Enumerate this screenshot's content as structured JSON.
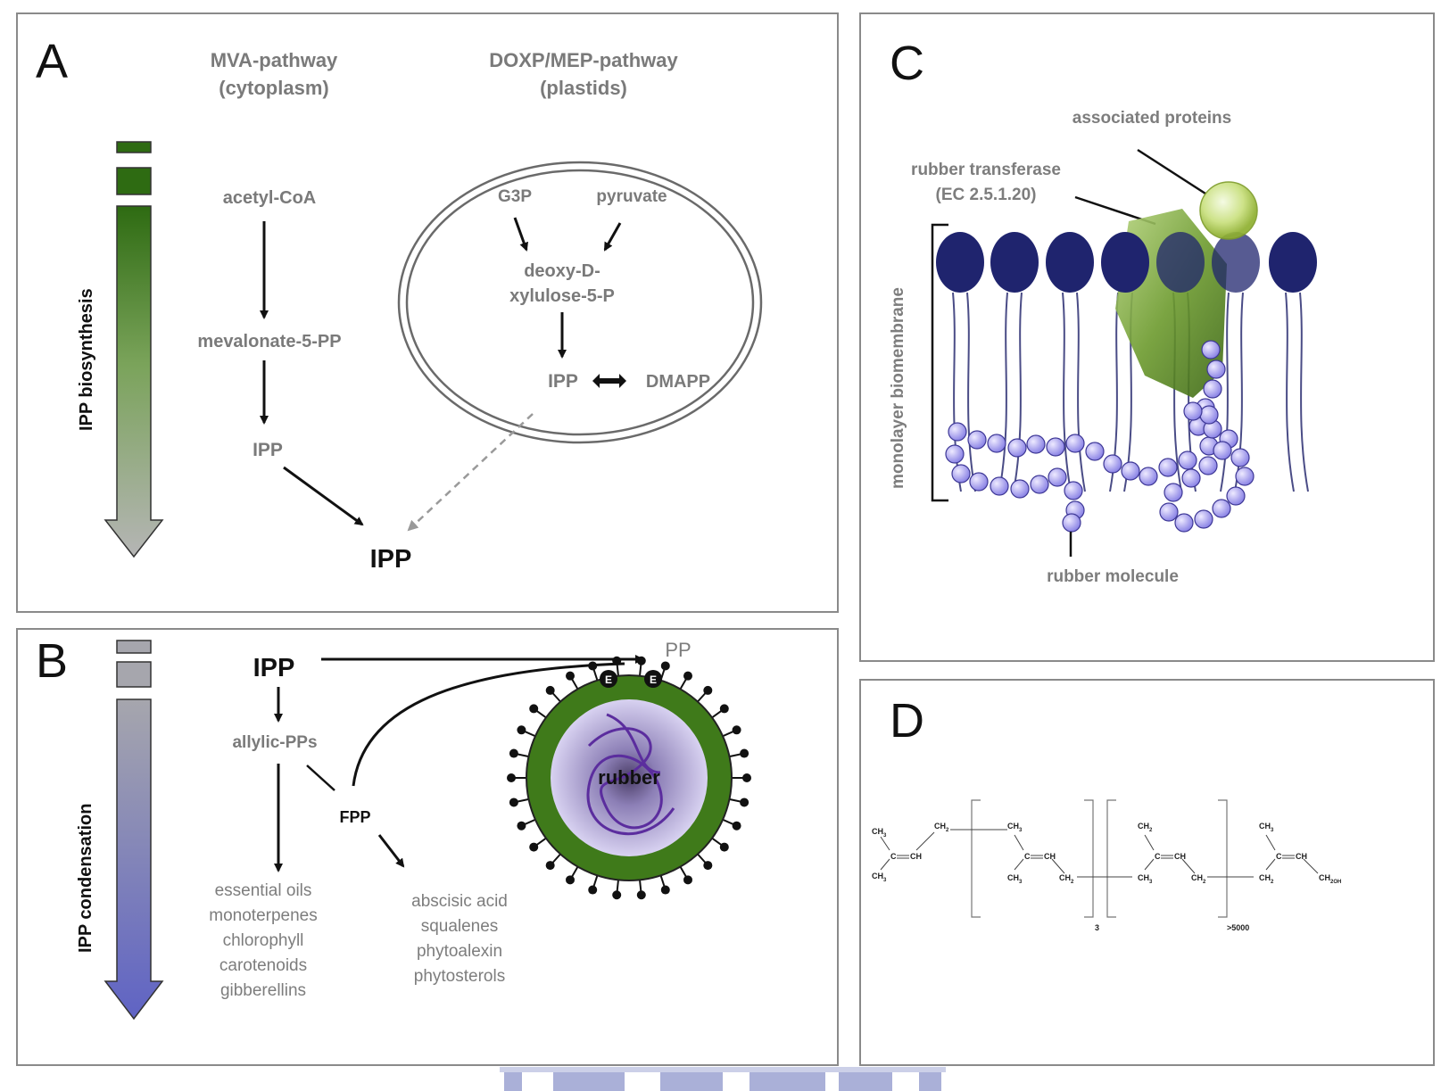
{
  "panel_a": {
    "letter": "A",
    "mva_title": "MVA-pathway",
    "mva_location": "(cytoplasm)",
    "doxp_title": "DOXP/MEP-pathway",
    "doxp_location": "(plastids)",
    "side_label": "IPP biosynthesis",
    "acetyl_coa": "acetyl-CoA",
    "mevalonate": "mevalonate-5-PP",
    "ipp_mva": "IPP",
    "g3p": "G3P",
    "pyruvate": "pyruvate",
    "deoxy_line1": "deoxy-D-",
    "deoxy_line2": "xylulose-5-P",
    "ipp_plastid": "IPP",
    "dmapp": "DMAPP",
    "ipp_final": "IPP"
  },
  "panel_b": {
    "letter": "B",
    "side_label": "IPP condensation",
    "ipp": "IPP",
    "pp": "PP",
    "allylic": "allylic-PPs",
    "fpp": "FPP",
    "rubber": "rubber",
    "enzyme_mark": "E",
    "products_left": [
      "essential oils",
      "monoterpenes",
      "chlorophyll",
      "carotenoids",
      "gibberellins"
    ],
    "products_right": [
      "abscisic acid",
      "squalenes",
      "phytoalexin",
      "phytosterols"
    ]
  },
  "panel_c": {
    "letter": "C",
    "associated_proteins": "associated proteins",
    "rubber_transferase": "rubber transferase",
    "ec_number": "(EC 2.5.1.20)",
    "membrane_label": "monolayer biomembrane",
    "rubber_molecule": "rubber molecule"
  },
  "panel_d": {
    "letter": "D",
    "ch3": "CH",
    "ch2": "CH",
    "c": "C",
    "ch": "CH",
    "ch2oh": "CH",
    "repeat_3": "3",
    "repeat_5000": ">5000",
    "sub3": "3",
    "sub2": "2",
    "sub2oh": "2OH"
  },
  "colors": {
    "green_dark": "#2e6b12",
    "green_light": "#8fb35e",
    "gray_arrow": "#a8a8a8",
    "blue_arrow": "#6c6fc8",
    "lipid_head": "#1f246e",
    "isoprene_bead": "#a9a4f0",
    "panel_border": "#8a8a8a"
  }
}
